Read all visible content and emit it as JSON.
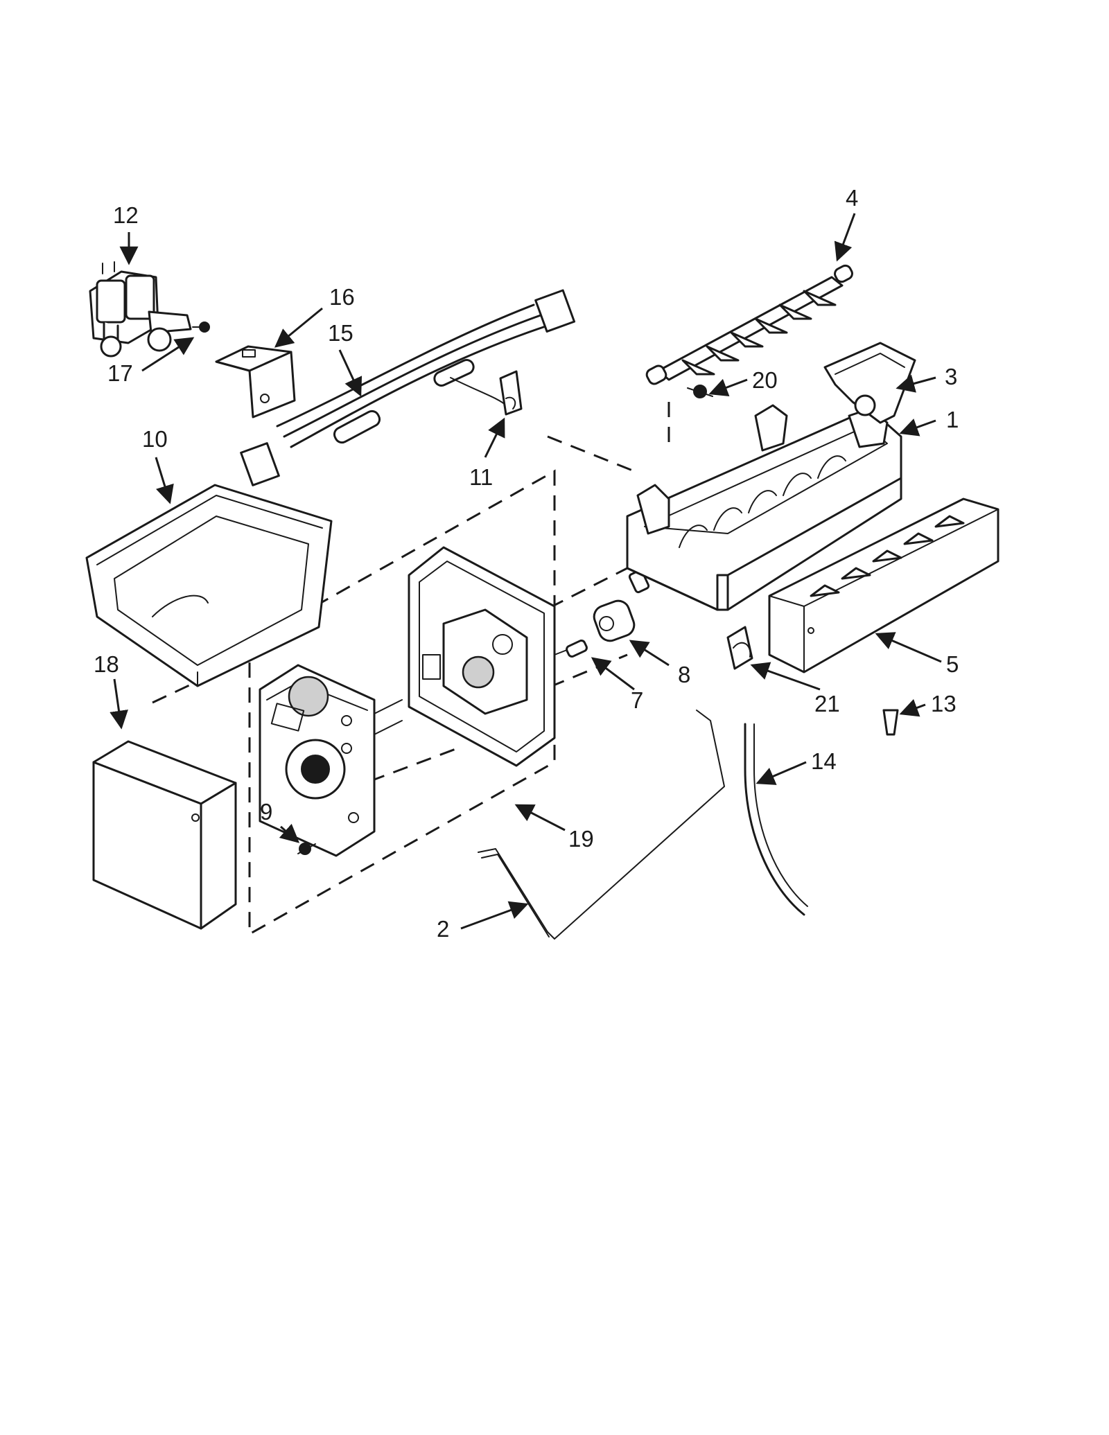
{
  "callouts": {
    "p1": "1",
    "p2": "2",
    "p3": "3",
    "p4": "4",
    "p5": "5",
    "p7": "7",
    "p8": "8",
    "p9": "9",
    "p10": "10",
    "p11": "11",
    "p12": "12",
    "p13": "13",
    "p14": "14",
    "p15": "15",
    "p16": "16",
    "p17": "17",
    "p18": "18",
    "p19": "19",
    "p20": "20",
    "p21": "21"
  },
  "colors": {
    "line": "#1a1a1a",
    "background": "#ffffff",
    "shade": "#cfcfcf"
  }
}
